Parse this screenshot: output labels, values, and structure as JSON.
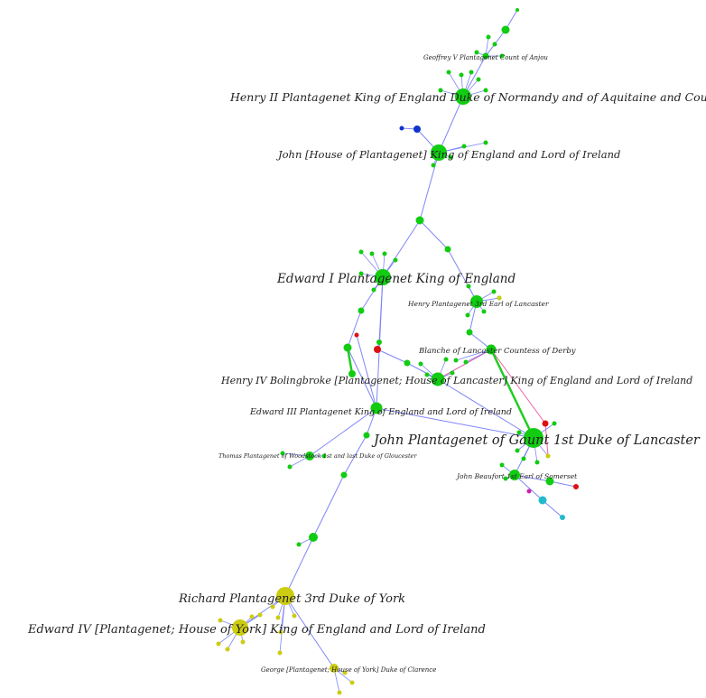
{
  "colors": {
    "edge": "#7f86f5",
    "edge_pink": "#f060a8",
    "edge_green": "#22cc22",
    "green": "#11cc11",
    "yellow": "#cccc11",
    "red": "#dd1111",
    "blue": "#1133cc",
    "cyan": "#22bbcc",
    "magenta": "#cc22aa"
  },
  "labels": {
    "geoffrey": "Geoffrey V Plantagenet Count of Anjou",
    "henry2": "Henry II Plantagenet King of England Duke of Normandy and of Aquitaine and Count of Anjou",
    "john": "John [House of Plantagenet] King of England and Lord of Ireland",
    "edward1": "Edward I Plantagenet King of England",
    "henry_lancaster": "Henry Plantagenet 3rd Earl of Lancaster",
    "blanche": "Blanche of Lancaster Countess of Derby",
    "henry4": "Henry IV Bolingbroke [Plantagenet; House of Lancaster] King of England and Lord of Ireland",
    "edward3": "Edward III Plantagenet King of England and Lord of Ireland",
    "john_gaunt": "John Plantagenet of Gaunt 1st Duke of Lancaster",
    "thomas": "Thomas Plantagenet of Woodstock 1st and last Duke of Gloucester",
    "john_beaufort": "John Beaufort 1st Earl of Somerset",
    "richard": "Richard Plantagenet 3rd Duke of York",
    "edward4": "Edward IV [Plantagenet; House of York] King of England and Lord of Ireland",
    "george": "George [Plantagenet; House of York] Duke of Clarence"
  }
}
